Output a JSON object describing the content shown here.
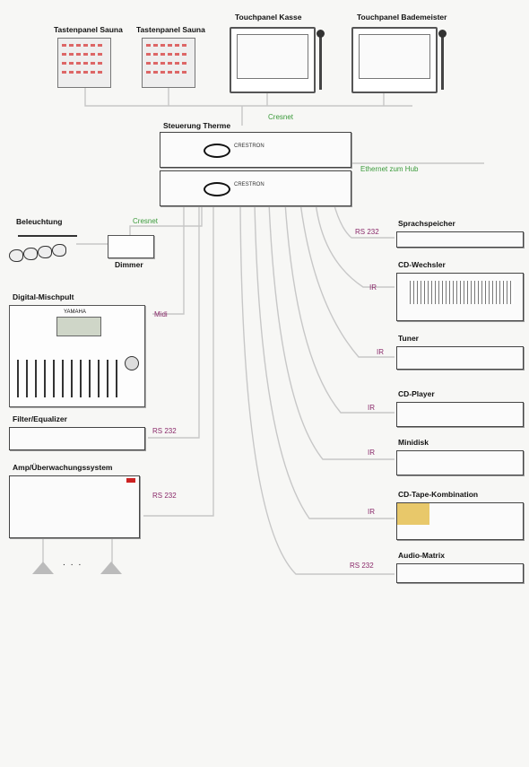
{
  "top_devices": {
    "keypad_1": "Tastenpanel Sauna",
    "keypad_2": "Tastenpanel Sauna",
    "touch_1": "Touchpanel Kasse",
    "touch_2": "Touchpanel Bademeister"
  },
  "controller": {
    "title": "Steuerung Therme",
    "brand": "CRESTRON"
  },
  "links": {
    "cresnet_top": "Cresnet",
    "ethernet": "Ethernet zum Hub",
    "cresnet_left": "Cresnet",
    "midi": "Midi",
    "rs232_filter": "RS 232",
    "rs232_amp": "RS 232",
    "rs232_speech": "RS 232",
    "ir_cd_changer": "IR",
    "ir_tuner": "IR",
    "ir_cd_player": "IR",
    "ir_minidisk": "IR",
    "ir_cd_tape": "IR",
    "rs232_matrix": "RS 232"
  },
  "left_devices": {
    "lighting": "Beleuchtung",
    "dimmer": "Dimmer",
    "mixer": "Digital-Mischpult",
    "mixer_brand": "YAMAHA",
    "filter": "Filter/Equalizer",
    "amp": "Amp/Überwachungssystem",
    "ellipsis": "..."
  },
  "right_devices": {
    "speech": "Sprachspeicher",
    "cd_changer": "CD-Wechsler",
    "tuner": "Tuner",
    "cd_player": "CD-Player",
    "minidisk": "Minidisk",
    "cd_tape": "CD-Tape-Kombination",
    "matrix": "Audio-Matrix"
  }
}
